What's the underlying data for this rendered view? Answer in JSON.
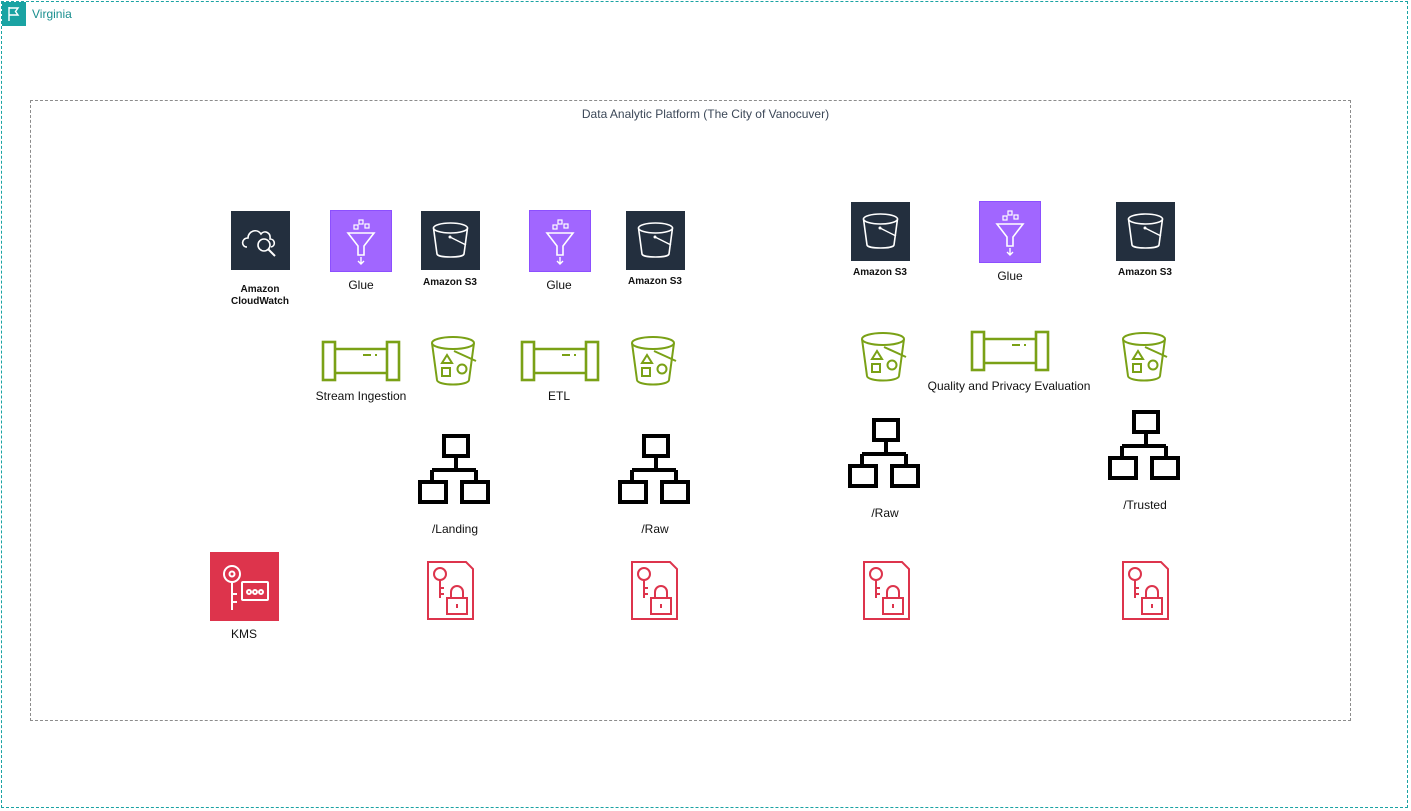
{
  "region": {
    "label": "Virginia"
  },
  "platform": {
    "label": "Data Analytic Platform (The City of Vanocuver)"
  },
  "labels": {
    "cloudwatch": "Amazon\nCloudWatch",
    "glue_1": "Glue",
    "s3_1": "Amazon S3",
    "glue_2": "Glue",
    "s3_2": "Amazon S3",
    "s3_3": "Amazon S3",
    "glue_3": "Glue",
    "s3_4": "Amazon S3",
    "stream_ingestion": "Stream Ingestion",
    "etl": "ETL",
    "quality_eval": "Quality and Privacy Evaluation",
    "landing": "/Landing",
    "raw_1": "/Raw",
    "raw_2": "/Raw",
    "trusted": "/Trusted",
    "kms": "KMS"
  },
  "colors": {
    "region_border": "#1aa3a3",
    "aws_dark": "#232f3e",
    "glue_purple": "#8c4fff",
    "glue_bg": "#a166ff",
    "s3_green": "#7aa116",
    "kms_red": "#dd344c"
  }
}
